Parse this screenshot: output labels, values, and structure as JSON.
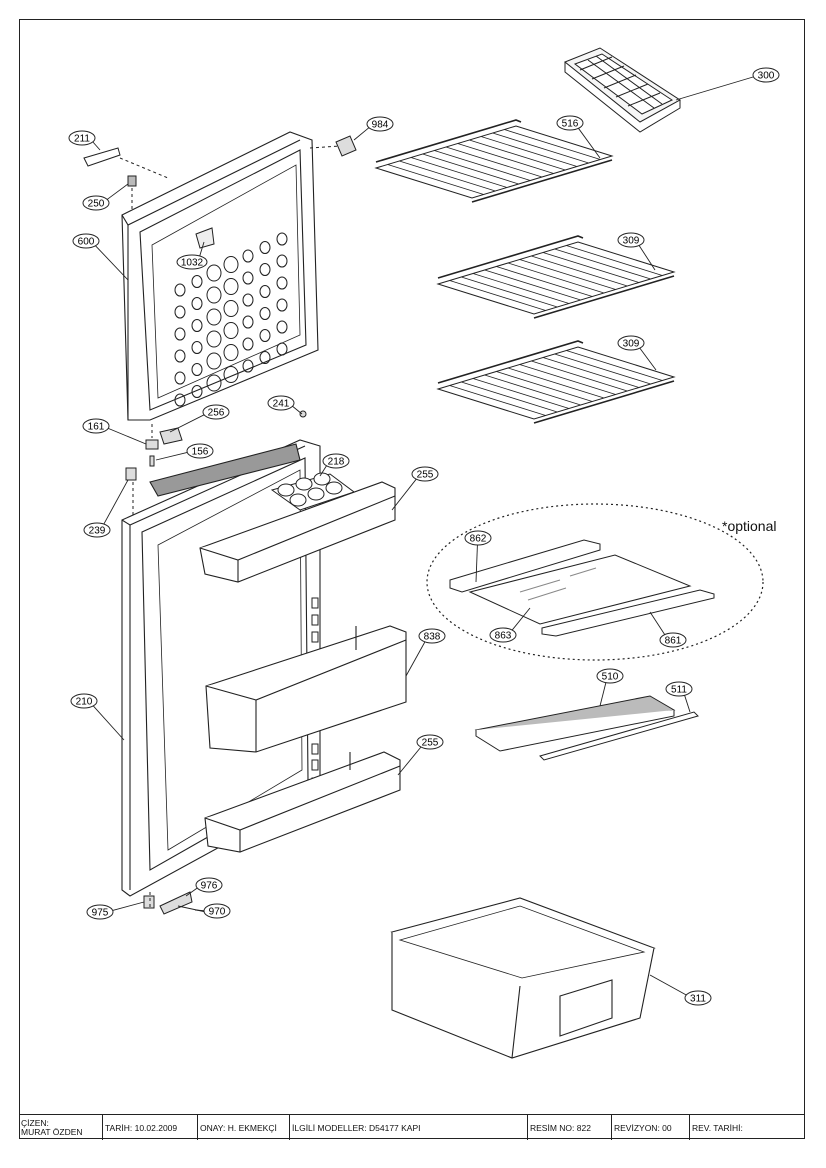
{
  "parts": [
    {
      "id": "p211",
      "label": "211"
    },
    {
      "id": "p250",
      "label": "250"
    },
    {
      "id": "p600",
      "label": "600"
    },
    {
      "id": "p1032",
      "label": "1032"
    },
    {
      "id": "p984",
      "label": "984"
    },
    {
      "id": "p300",
      "label": "300"
    },
    {
      "id": "p516",
      "label": "516"
    },
    {
      "id": "p309a",
      "label": "309"
    },
    {
      "id": "p309b",
      "label": "309"
    },
    {
      "id": "p161",
      "label": "161"
    },
    {
      "id": "p256",
      "label": "256"
    },
    {
      "id": "p241",
      "label": "241"
    },
    {
      "id": "p156",
      "label": "156"
    },
    {
      "id": "p218",
      "label": "218"
    },
    {
      "id": "p255a",
      "label": "255"
    },
    {
      "id": "p239",
      "label": "239"
    },
    {
      "id": "p862",
      "label": "862"
    },
    {
      "id": "p863",
      "label": "863"
    },
    {
      "id": "p861",
      "label": "861"
    },
    {
      "id": "p838",
      "label": "838"
    },
    {
      "id": "p210",
      "label": "210"
    },
    {
      "id": "p510",
      "label": "510"
    },
    {
      "id": "p511",
      "label": "511"
    },
    {
      "id": "p255b",
      "label": "255"
    },
    {
      "id": "p976",
      "label": "976"
    },
    {
      "id": "p975",
      "label": "975"
    },
    {
      "id": "p970",
      "label": "970"
    },
    {
      "id": "p311",
      "label": "311"
    }
  ],
  "optional_note": "*optional",
  "title_block": {
    "drawer_label": "ÇİZEN:",
    "drawer_name": "MURAT ÖZDEN",
    "date": "TARİH: 10.02.2009",
    "approval": "ONAY: H. EKMEKÇİ",
    "models": "İLGİLİ MODELLER: D54177 KAPI",
    "drawing_no": "RESİM NO: 822",
    "revision": "REVİZYON: 00",
    "revision_date": "REV. TARİHİ:"
  }
}
